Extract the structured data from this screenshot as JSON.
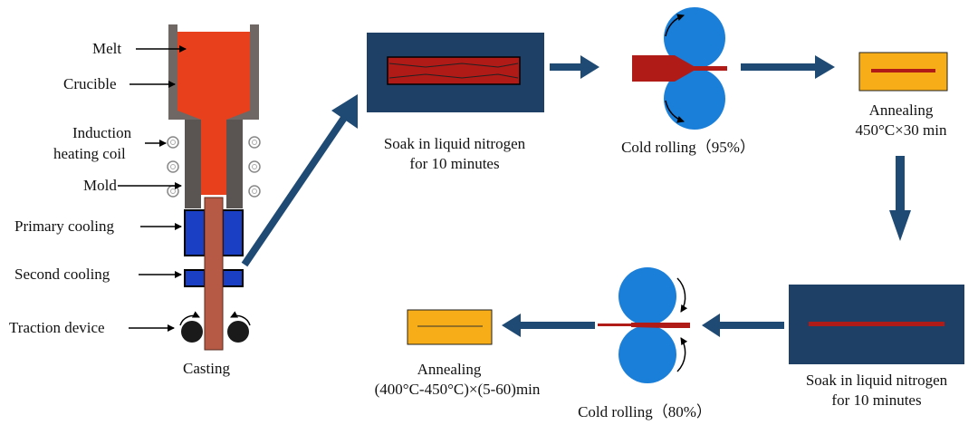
{
  "casting": {
    "labels": {
      "melt": "Melt",
      "crucible": "Crucible",
      "induction_line1": "Induction",
      "induction_line2": "heating coil",
      "mold": "Mold",
      "primary_cooling": "Primary cooling",
      "second_cooling": "Second cooling",
      "traction_device": "Traction device"
    },
    "caption": "Casting"
  },
  "steps": {
    "soak1_line1": "Soak in liquid nitrogen",
    "soak1_line2": "for 10 minutes",
    "cold_rolling_1": "Cold rolling（95%）",
    "annealing1_line1": "Annealing",
    "annealing1_line2": "450°C×30 min",
    "soak2_line1": "Soak in liquid nitrogen",
    "soak2_line2": "for 10 minutes",
    "cold_rolling_2": "Cold rolling（80%）",
    "annealing2_line1": "Annealing",
    "annealing2_line2": "(400°C-450°C)×(5-60)min"
  },
  "colors": {
    "melt": "#e8401c",
    "crucible": "#6e6764",
    "mold": "#5a5552",
    "copper_rod": "#b65a45",
    "cooling": "#1b3fc4",
    "tank": "#1e4067",
    "strip": "#b01a17",
    "roller": "#1a7fd9",
    "anneal_box": "#f6ad17",
    "flow_arrow": "#1e4a73"
  }
}
